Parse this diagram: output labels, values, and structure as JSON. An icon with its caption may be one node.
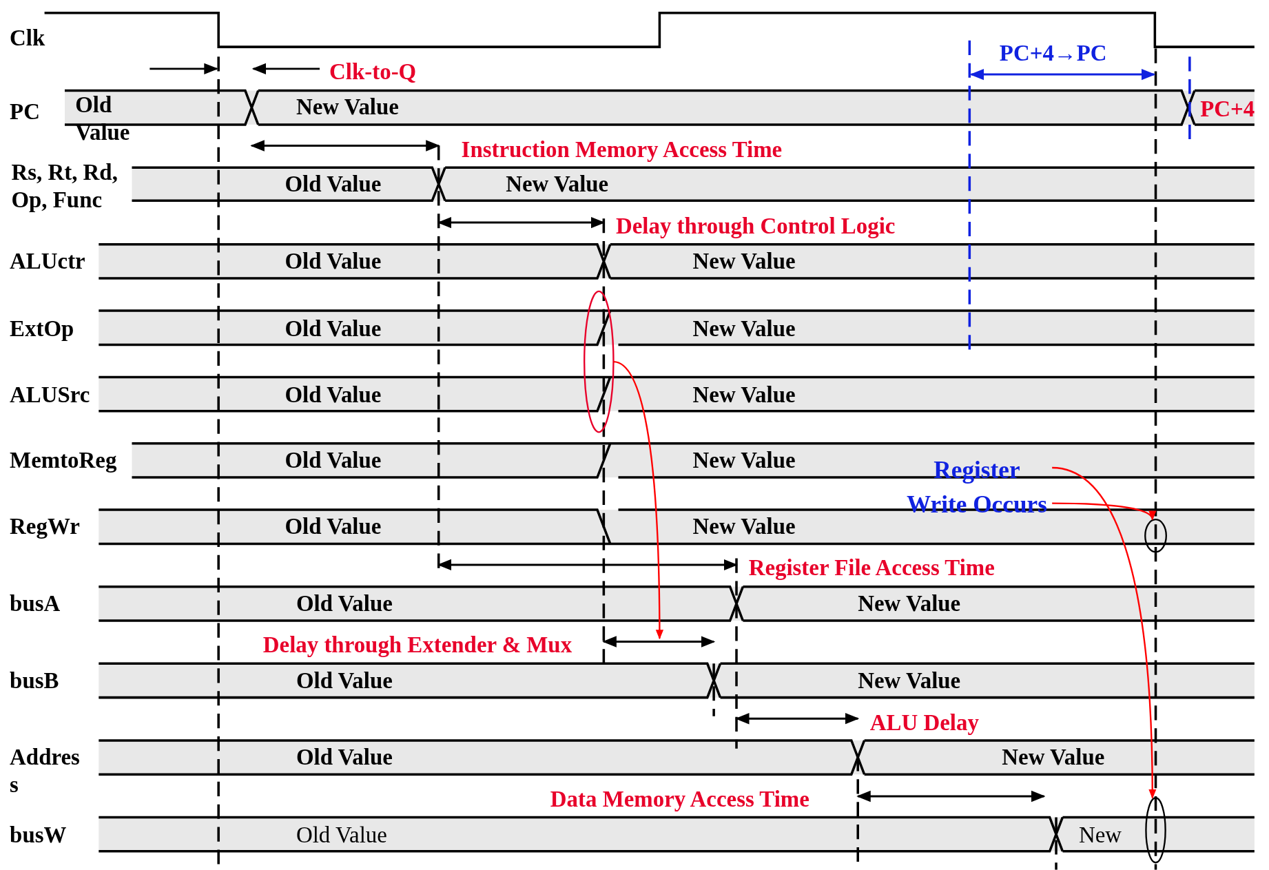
{
  "diagram": {
    "nodes": [
      {
        "text": [
          "Register Write Occurs"
        ]
      },
      {
        "text": [],
        "shape": "ellipse"
      },
      {
        "text": [],
        "shape": "ellipse"
      },
      {
        "text": [],
        "shape": "ellipse"
      },
      {
        "text": [],
        "shape": "arrow"
      }
    ],
    "edges": [
      {
        "from": 0,
        "to": 1,
        "arrow": "to",
        "color": "#ff0000"
      },
      {
        "from": 0,
        "to": 2,
        "arrow": "to",
        "color": "#ff0000"
      },
      {
        "from": 3,
        "to": 4,
        "arrow": "to",
        "color": "#ff0000"
      }
    ],
    "labels": [
      "Clk",
      "Clk-to-Q",
      "PC+4→PC",
      "PC",
      "Old Value",
      "New Value",
      "PC+4",
      "Instruction Memory Access Time",
      "Rs, Rt, Rd, Op, Func",
      "Old Value",
      "New Value",
      "Delay through Control Logic",
      "ALUctr",
      "Old Value",
      "New Value",
      "ExtOp",
      "Old Value",
      "New Value",
      "ALUSrc",
      "Old Value",
      "New Value",
      "MemtoReg",
      "Old Value",
      "New Value",
      "RegWr",
      "Old Value",
      "New Value",
      "Register File Access Time",
      "busA",
      "Old Value",
      "New Value",
      "Delay through Extender & Mux",
      "busB",
      "Old Value",
      "New Value",
      "ALU Delay",
      "Addres s",
      "Old Value",
      "New Value",
      "Data Memory Access Time",
      "busW",
      "Old Value",
      "New"
    ]
  }
}
